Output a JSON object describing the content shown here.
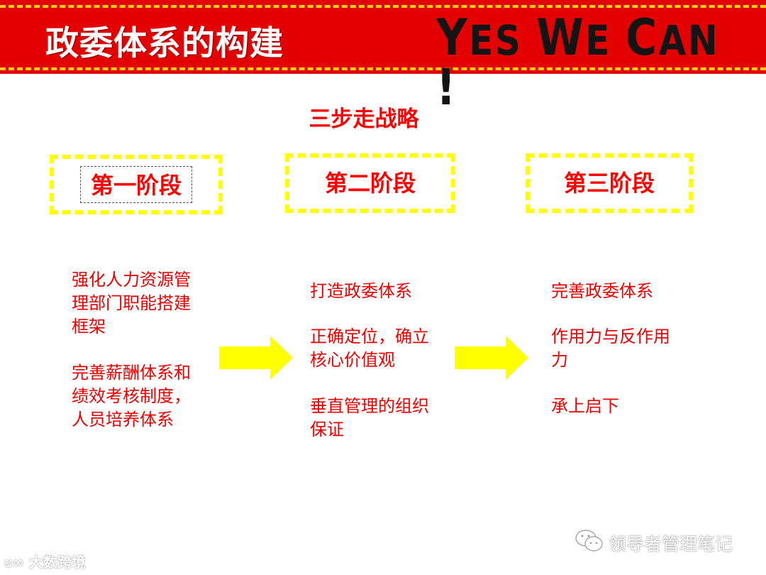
{
  "header": {
    "title": "政委体系的构建",
    "slogan_parts": [
      "Y",
      "ES ",
      "W",
      "E ",
      "C",
      "AN",
      " !"
    ],
    "colors": {
      "banner": "#e30000",
      "dash": "#ffd400",
      "title": "#ffffff",
      "slogan": "#141414"
    }
  },
  "main": {
    "strategy_title": "三步走战略",
    "stages": [
      {
        "label": "第一阶段",
        "items": [
          "强化人力资源管理部门职能搭建框架",
          "完善薪酬体系和绩效考核制度，人员培养体系"
        ]
      },
      {
        "label": "第二阶段",
        "items": [
          "打造政委体系",
          "正确定位，确立核心价值观",
          "垂直管理的组织保证"
        ]
      },
      {
        "label": "第三阶段",
        "items": [
          "完善政委体系",
          "作用力与反作用力",
          "承上启下"
        ]
      }
    ],
    "colors": {
      "accent_text": "#ff0000",
      "box_border": "#ffff00",
      "arrow": "#ffff00"
    }
  },
  "watermarks": {
    "left": "大数跨境",
    "right": "领导者管理笔记"
  }
}
